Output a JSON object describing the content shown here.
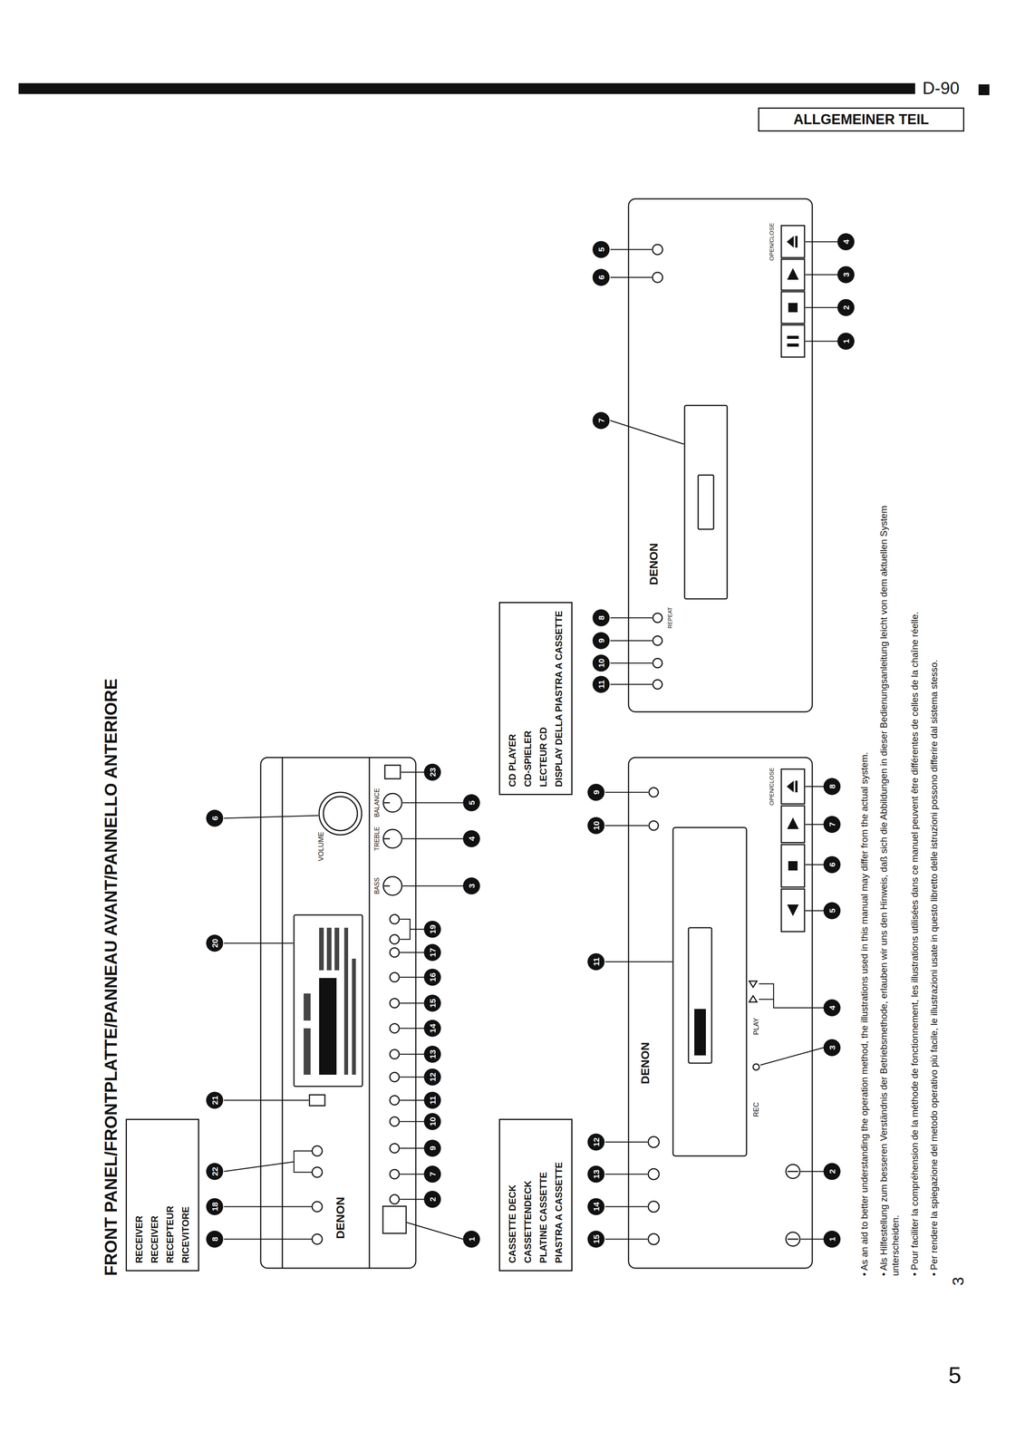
{
  "diagram": {
    "title": "FRONT PANEL/FRONTPLATTE/PANNEAU AVANT/PANNELLO ANTERIORE",
    "nodes": [
      {
        "text": [
          "ALLGEMEINER TEIL"
        ]
      },
      {
        "text": [
          "RECEIVER",
          "RECEIVER",
          "RECEPTEUR",
          "RICEVITORE"
        ]
      },
      {
        "text": [
          "CASSETTE DECK",
          "CASSETTENDECK",
          "PLATINE CASSETTE",
          "PIASTRA A CASSETTE"
        ]
      },
      {
        "text": [
          "CD PLAYER",
          "CD-SPIELER",
          "LECTEUR CD",
          "DISPLAY DELLA PIASTRA A CASSETTE"
        ]
      }
    ],
    "labels": [
      "D-90",
      "8",
      "18",
      "22",
      "21",
      "20",
      "6",
      "1",
      "2",
      "7",
      "9",
      "10",
      "11",
      "12",
      "13",
      "14",
      "15",
      "16",
      "17",
      "19",
      "3",
      "4",
      "5",
      "23",
      "DENON",
      "VOLUME",
      "BASS",
      "TREBLE",
      "BALANCE",
      "15",
      "14",
      "13",
      "12",
      "11",
      "10",
      "9",
      "1",
      "2",
      "3",
      "4",
      "5",
      "6",
      "7",
      "8",
      "DENON",
      "REC",
      "PLAY",
      "OPEN/CLOSE",
      "11",
      "10",
      "9",
      "8",
      "7",
      "6",
      "5",
      "1",
      "2",
      "3",
      "4",
      "DENON",
      "REPEAT",
      "OPEN/CLOSE",
      "• As an aid to better understanding the operation method, the illustrations used in this manual may differ from the actual system.",
      "• Als Hilfestellung zum besseren Verständnis der Betriebsmethode, erlauben wir uns den Hinweis, daß sich die Abbildungen in dieser Bedienungsanleitung leicht von dem aktuellen System unterscheiden.",
      "• Pour faciliter la compréhension de la méthode de fonctionnement, les illustrations utilisées dans ce manuel peuvent être différentes de celles de la chaîne réelle.",
      "• Per rendere la spiegazione del metodo operativo più facile, le illustrazioni usate in questo libretto delle istruzioni possono differire dal sistema stesso.",
      "3",
      "5"
    ]
  }
}
